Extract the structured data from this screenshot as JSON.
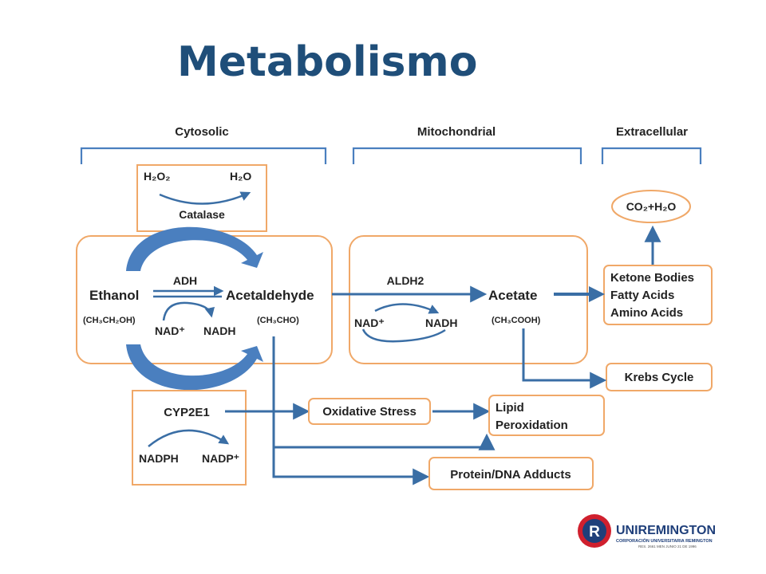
{
  "title": "Metabolismo",
  "compartments": {
    "cytosolic": "Cytosolic",
    "mitochondrial": "Mitochondrial",
    "extracellular": "Extracellular"
  },
  "catalase": {
    "h2o2": "H₂O₂",
    "h2o": "H₂O",
    "enzyme": "Catalase"
  },
  "cytosol": {
    "ethanol": "Ethanol",
    "ethanol_formula": "(CH₃CH₂OH)",
    "adh": "ADH",
    "acetaldehyde": "Acetaldehyde",
    "acetaldehyde_formula": "(CH₃CHO)",
    "nad": "NAD⁺",
    "nadh": "NADH"
  },
  "mito": {
    "aldh2": "ALDH2",
    "acetate": "Acetate",
    "acetate_formula": "(CH₃COOH)",
    "nad": "NAD⁺",
    "nadh": "NADH"
  },
  "extracellular": {
    "co2h2o": "CO₂+H₂O",
    "ketone": "Ketone Bodies",
    "fatty": "Fatty Acids",
    "amino": "Amino Acids",
    "krebs": "Krebs Cycle"
  },
  "cyp": {
    "enzyme": "CYP2E1",
    "nadph": "NADPH",
    "nadp": "NADP⁺"
  },
  "outcomes": {
    "oxidative": "Oxidative Stress",
    "lipid_1": "Lipid",
    "lipid_2": "Peroxidation",
    "adducts": "Protein/DNA Adducts"
  },
  "logo": {
    "name": "UNIREMINGTON",
    "sub1": "CORPORACIÓN UNIVERSITARIA REMINGTON",
    "sub2": "RES. 2661 MEN JUNIO 21 DE 1996",
    "mark": "R"
  },
  "colors": {
    "title": "#1f4e79",
    "arrow": "#3a6ea5",
    "box_border": "#f0a868",
    "logo_red": "#d0202e",
    "logo_blue": "#1f3f7a"
  }
}
